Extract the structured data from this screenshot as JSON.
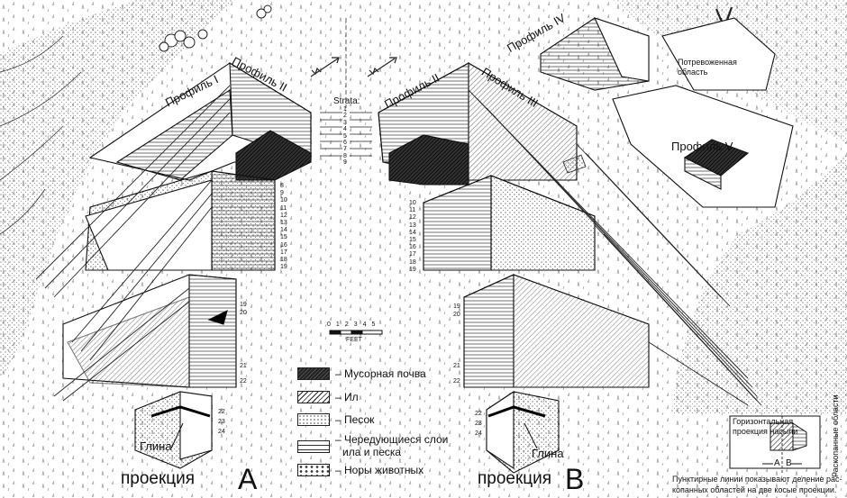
{
  "profiles": {
    "p1": "Профиль I",
    "p2_left": "Профиль II",
    "p2_right": "Профиль II",
    "p3": "Профиль III",
    "p4": "Профиль IV",
    "p5": "Профиль V"
  },
  "strata_title": "Strata:",
  "strata_numbers": [
    "1",
    "2",
    "3",
    "4",
    "5",
    "6",
    "7",
    "8",
    "9"
  ],
  "disturbed_area": "Потревоженная\nобласть",
  "scale": {
    "ticks": [
      "0",
      "1",
      "2",
      "3",
      "4",
      "5"
    ],
    "unit": "FEET"
  },
  "layer_numbers": {
    "a_upper": [
      "8",
      "9",
      "10",
      "11",
      "12",
      "13",
      "14",
      "15",
      "16",
      "17",
      "18",
      "19"
    ],
    "a_mid": [
      "19",
      "20",
      "21",
      "22"
    ],
    "a_low": [
      "22",
      "23",
      "24"
    ],
    "b_upper": [
      "10",
      "11",
      "12",
      "13",
      "14",
      "15",
      "16",
      "17",
      "18",
      "19"
    ],
    "b_mid": [
      "19",
      "20",
      "21",
      "22"
    ],
    "b_low": [
      "22",
      "23",
      "24"
    ]
  },
  "legend": {
    "soil": "– Мусорная почва",
    "silt": "– Ил",
    "sand": "– Песок",
    "alternating_1": "– Чередующиеся слои",
    "alternating_2": "ила и песка",
    "burrows": "– Норы животных"
  },
  "clay_a": "Глина",
  "clay_b": "Глина",
  "projection_a_word": "проекция",
  "projection_a_letter": "A",
  "projection_b_word": "проекция",
  "projection_b_letter": "B",
  "inset": {
    "title_1": "Горизонтальная",
    "title_2": "проекция насыпи",
    "side": "Раскопанные области",
    "a": "A",
    "b": "B"
  },
  "footnote_1": "Пунктирные линии показывают деление рас-",
  "footnote_2": "копанных областей на две косые проекции."
}
